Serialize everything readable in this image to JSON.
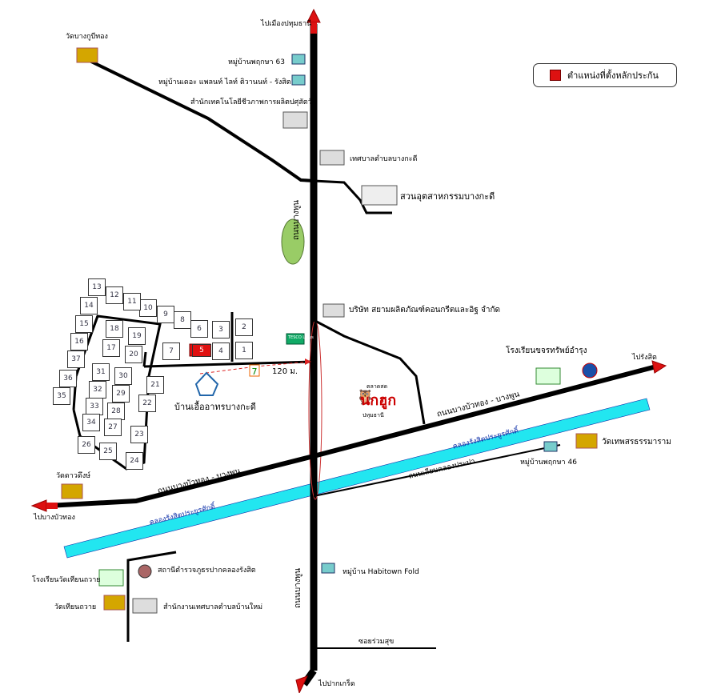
{
  "legend": {
    "label": "ตำแหน่งที่ตั้งหลักประกัน",
    "swatch_color": "#dd1111"
  },
  "directions": {
    "north": "ไปเมืองปทุมธานี",
    "south": "ไปปากเกร็ด",
    "west": "ไปบางบัวทอง",
    "east": "ไปรังสิต"
  },
  "roads": {
    "main_north": "ถนนบางพูน",
    "main_south": "ถนนบางพูน",
    "east_road": "ถนนบางบัวทอง - บางพูน",
    "west_road": "ถนนบางบัวทอง - บางพูน",
    "canal_side_road": "ถนนเลียบคลองประปา",
    "soi": "ซอยร่วมสุข"
  },
  "canal": {
    "label_west": "คลองรังสิตประยูรศักดิ์",
    "label_east": "คลองรังสิตประยูรศักดิ์",
    "color": "#22e6f0"
  },
  "places": {
    "wat_bang_ku_thong": "วัดบางกูบีทอง",
    "pruksa63": "หมู่บ้านพฤกษา 63",
    "the_plant": "หมู่บ้านเดอะ แพลนท์ ไลท์ ติวานนท์ - รังสิต",
    "biotech": "สำนักเทคโนโลยีชีวภาพการผลิตปศุสัตว์",
    "tessaban": "เทศบาลตำบลบางกะดี",
    "industrial_park": "สวนอุตสาหกรรมบางกะดี",
    "siam_concrete": "บริษัท สยามผลิตภัณฑ์คอนกรีตและอิฐ จำกัด",
    "school_charoen": "โรงเรียนขจรทรัพย์อำรุง",
    "wat_thep": "วัดเทพสรธรรมาราม",
    "pruksa46": "หมู่บ้านพฤกษา 46",
    "village_name": "บ้านเอื้ออาทรบางกะดี",
    "wat_dao": "วัดดาวดึงษ์",
    "school_wat_thian": "โรงเรียนวัดเทียนถวาย",
    "wat_thian": "วัดเทียนถวาย",
    "police": "สถานีตำรวจภูธรปากคลองรังสิต",
    "tessaban_office": "สำนักงานเทศบาลตำบลบ้านใหม่",
    "habitown": "หมู่บ้าน Habitown Fold",
    "market_top": "ตลาดสด",
    "market_name": "นกฮูก",
    "market_sub": "ปทุมธานี",
    "tesco": "TESCO Lotus"
  },
  "distance": "120 ม.",
  "plots": [
    "1",
    "2",
    "3",
    "4",
    "5",
    "6",
    "7",
    "8",
    "9",
    "10",
    "11",
    "12",
    "13",
    "14",
    "15",
    "16",
    "17",
    "18",
    "19",
    "20",
    "21",
    "22",
    "23",
    "24",
    "25",
    "26",
    "27",
    "28",
    "29",
    "30",
    "31",
    "32",
    "33",
    "34",
    "35",
    "36",
    "37"
  ],
  "collateral_plot": "5"
}
